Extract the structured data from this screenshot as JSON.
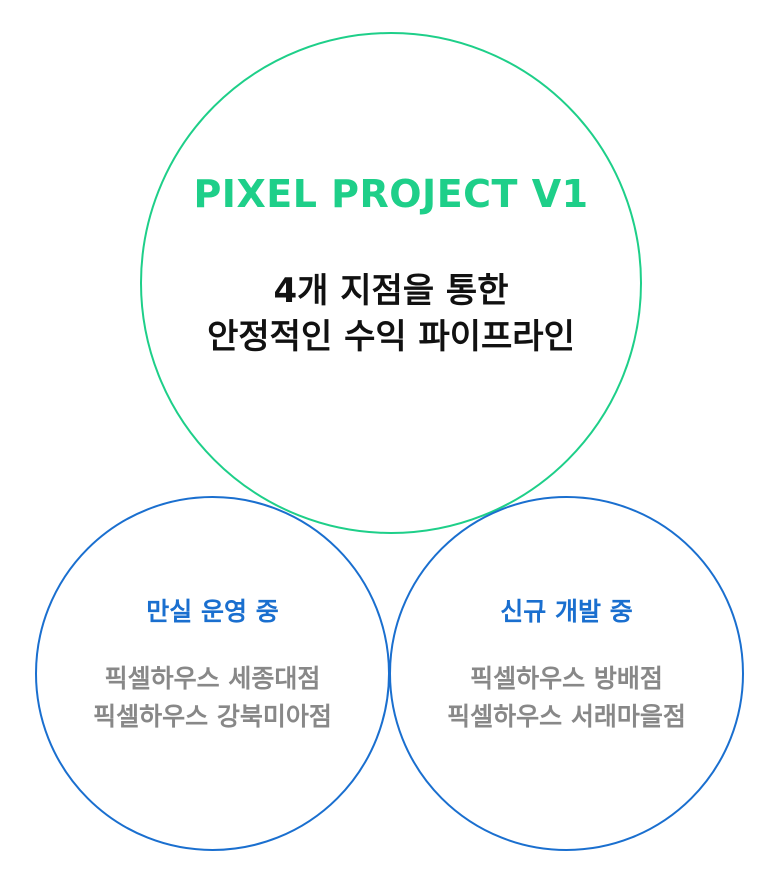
{
  "main": {
    "title": "PIXEL PROJECT V1",
    "subtitle_line1": "4개 지점을 통한",
    "subtitle_line2": "안정적인 수익 파이프라인"
  },
  "operating": {
    "heading": "만실 운영 중",
    "stores": [
      "픽셀하우스 세종대점",
      "픽셀하우스 강북미아점"
    ]
  },
  "developing": {
    "heading": "신규 개발 중",
    "stores": [
      "픽셀하우스 방배점",
      "픽셀하우스 서래마을점"
    ]
  },
  "colors": {
    "main_circle": "#1ecf89",
    "sub_circles": "#1a6fcf",
    "store_text": "#888888"
  }
}
